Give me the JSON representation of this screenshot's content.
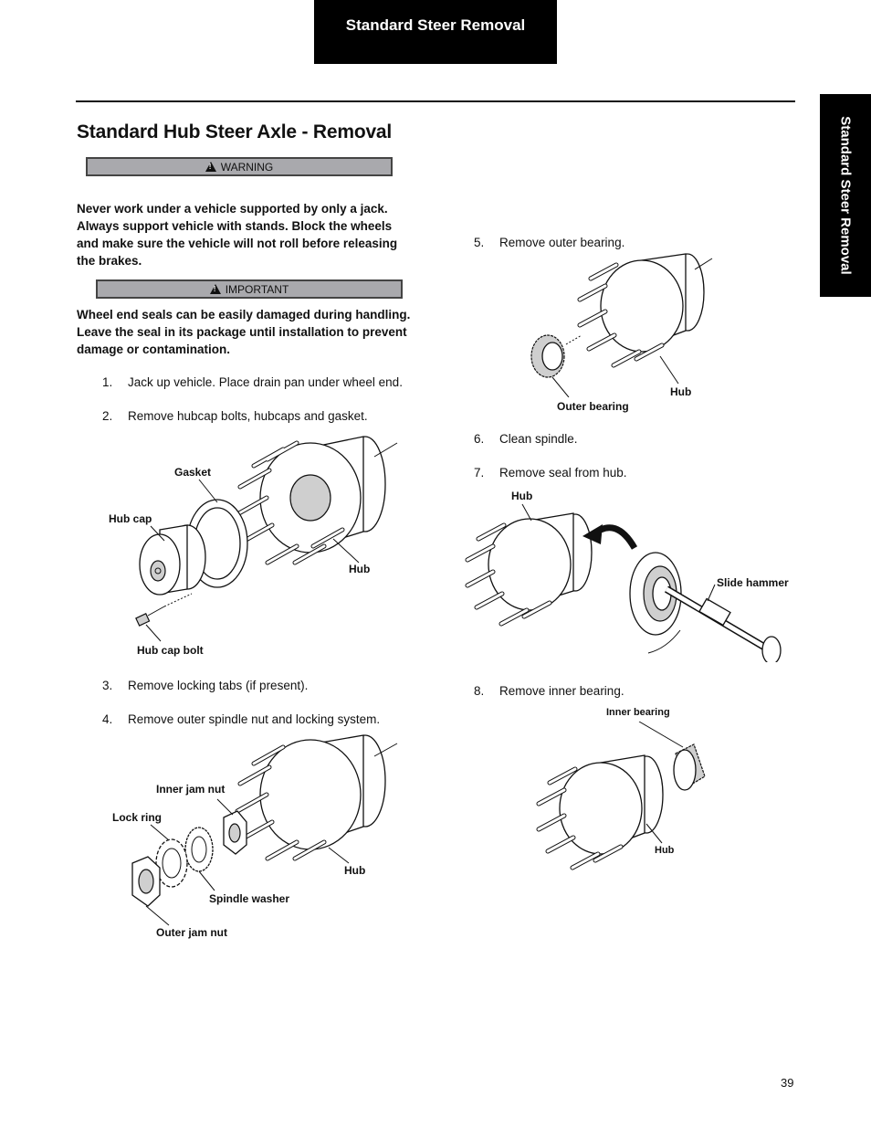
{
  "header": {
    "tab_title": "Standard Steer Removal"
  },
  "side_tab": {
    "label": "Standard Steer Removal"
  },
  "section": {
    "title": "Standard Hub Steer Axle - Removal"
  },
  "warning": {
    "label": "WARNING",
    "text": "Never work under a vehicle supported by only a jack. Always support vehicle with stands. Block the wheels and make sure the vehicle will not roll before releasing the brakes."
  },
  "important": {
    "label": "IMPORTANT",
    "text": "Wheel end seals can be easily damaged during handling. Leave the seal in its package until installation to prevent damage or contamination."
  },
  "steps": [
    {
      "num": "1.",
      "text": "Jack up vehicle. Place drain pan under wheel end."
    },
    {
      "num": "2.",
      "text": "Remove hubcap bolts, hubcaps and gasket."
    },
    {
      "num": "3.",
      "text": "Remove locking tabs (if present)."
    },
    {
      "num": "4.",
      "text": "Remove outer spindle nut and locking system."
    },
    {
      "num": "5.",
      "text": "Remove outer bearing."
    },
    {
      "num": "6.",
      "text": "Clean spindle."
    },
    {
      "num": "7.",
      "text": "Remove seal from hub."
    },
    {
      "num": "8.",
      "text": "Remove inner bearing."
    }
  ],
  "figures": {
    "hubcap": {
      "gasket": "Gasket",
      "hub_cap": "Hub cap",
      "hub": "Hub",
      "hub_cap_bolt": "Hub cap bolt"
    },
    "spindle_nut": {
      "inner_jam_nut": "Inner jam nut",
      "lock_ring": "Lock ring",
      "hub": "Hub",
      "spindle_washer": "Spindle washer",
      "outer_jam_nut": "Outer jam nut"
    },
    "outer_bearing": {
      "hub": "Hub",
      "outer_bearing": "Outer bearing"
    },
    "seal": {
      "hub": "Hub",
      "slide_hammer": "Slide hammer"
    },
    "inner_bearing": {
      "inner_bearing": "Inner bearing",
      "hub": "Hub"
    }
  },
  "page_number": "39"
}
